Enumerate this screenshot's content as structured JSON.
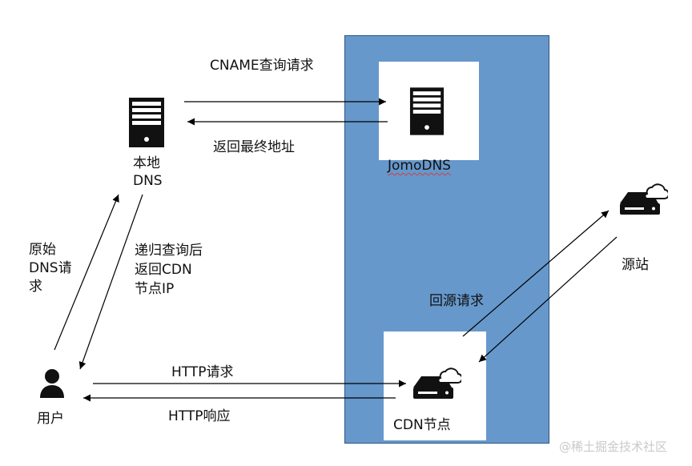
{
  "nodes": {
    "local_dns_line1": "本地",
    "local_dns_line2": "DNS",
    "jomo_dns": "JomoDNS",
    "origin": "源站",
    "user": "用户",
    "cdn_node": "CDN节点"
  },
  "edges": {
    "cname_query": "CNAME查询请求",
    "return_final": "返回最终地址",
    "orig_dns_1": "原始",
    "orig_dns_2": "DNS请",
    "orig_dns_3": "求",
    "recursive_1": "递归查询后",
    "recursive_2": "返回CDN",
    "recursive_3": "节点IP",
    "back_to_origin": "回源请求",
    "http_request": "HTTP请求",
    "http_response": "HTTP响应"
  },
  "watermark": "@稀土掘金技术社区",
  "colors": {
    "region": "#6698cc",
    "box": "#ffffff",
    "line": "#000000"
  },
  "icons": {
    "local_dns": "server-tower-icon",
    "jomo_dns": "server-tower-icon",
    "origin": "cloud-drive-icon",
    "cdn": "cloud-drive-icon",
    "user": "user-icon"
  }
}
